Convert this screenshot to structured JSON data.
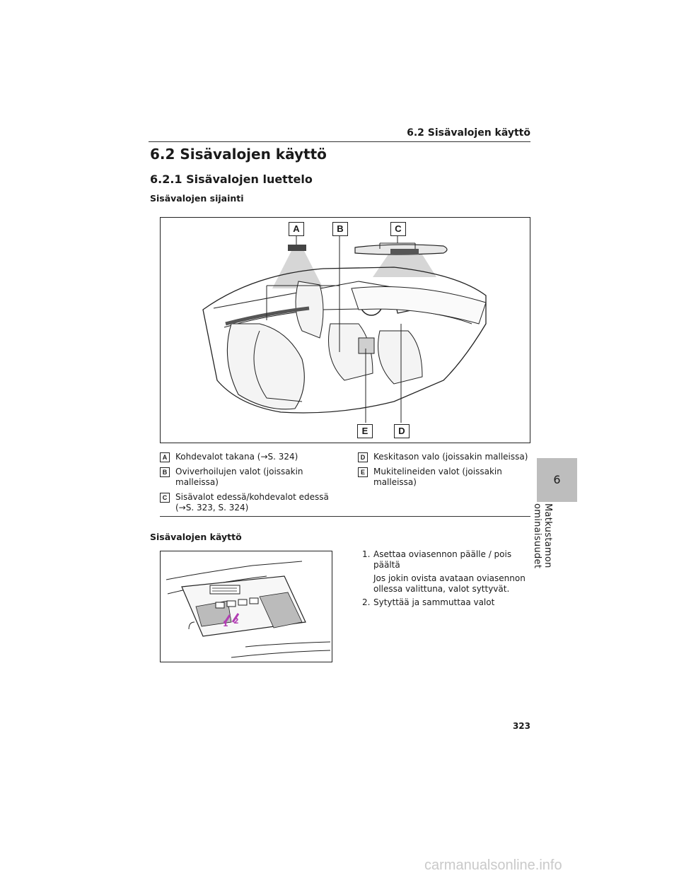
{
  "running_head": "6.2  Sisävalojen käyttö",
  "section_title": "6.2  Sisävalojen käyttö",
  "subsection_title": "6.2.1  Sisävalojen luettelo",
  "location_heading": "Sisävalojen sijainti",
  "figure1_labels": {
    "a": "A",
    "b": "B",
    "c": "C",
    "d": "D",
    "e": "E"
  },
  "legend": [
    {
      "key": "A",
      "text": "Kohdevalot takana (→S. 324)"
    },
    {
      "key": "B",
      "text": "Oviverhoilujen valot (joissakin malleissa)"
    },
    {
      "key": "C",
      "text": "Sisävalot edessä/kohdevalot edessä (→S. 323, S. 324)"
    },
    {
      "key": "D",
      "text": "Keskitason valo (joissakin malleissa)"
    },
    {
      "key": "E",
      "text": "Mukitelineiden valot (joissakin malleissa)"
    }
  ],
  "usage_heading": "Sisävalojen käyttö",
  "figure2_labels": {
    "one": "1",
    "two": "2"
  },
  "steps": [
    {
      "num": "1.",
      "text": "Asettaa oviasennon päälle / pois päältä"
    },
    {
      "num": "",
      "text": "Jos jokin ovista avataan oviasennon ollessa valittuna, valot syttyvät."
    },
    {
      "num": "2.",
      "text": "Sytyttää ja sammuttaa valot"
    }
  ],
  "side_tab_number": "6",
  "side_label": "Matkustamon ominaisuudet",
  "page_number": "323",
  "watermark": "carmanualsonline.info"
}
